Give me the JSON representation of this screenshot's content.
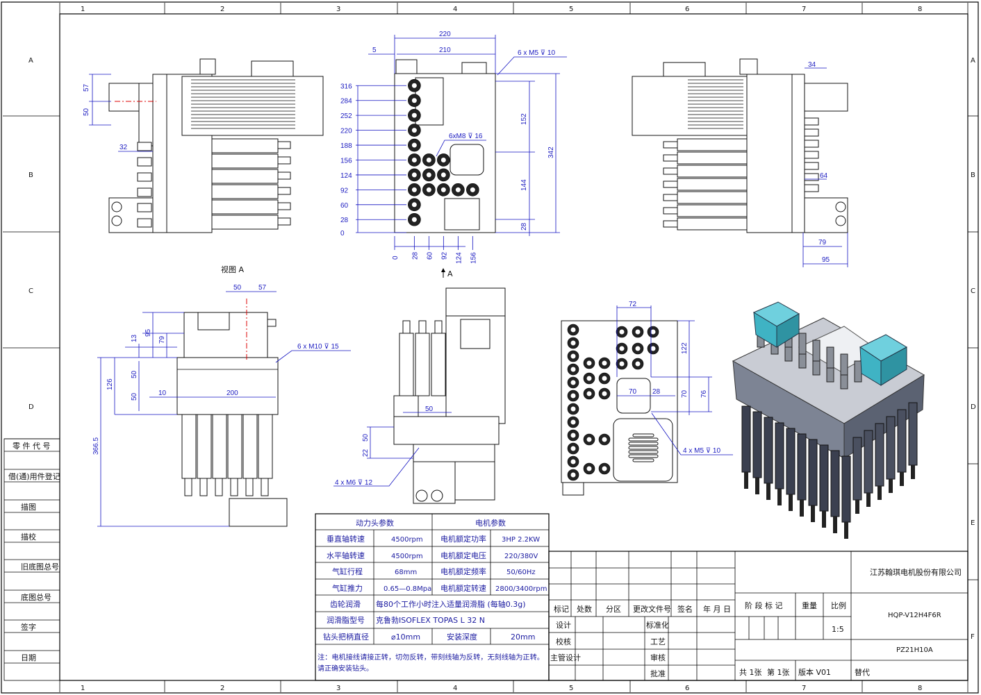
{
  "frame": {
    "columns": [
      "1",
      "2",
      "3",
      "4",
      "5",
      "6",
      "7",
      "8"
    ],
    "rows_left": [
      "A",
      "B",
      "C",
      "D"
    ],
    "rows_right": [
      "A",
      "B",
      "C",
      "D",
      "E",
      "F"
    ]
  },
  "side_panel": [
    "零 件 代 号",
    "借(通)用件登记",
    "描图",
    "描校",
    "旧底图总号",
    "底图总号",
    "签字",
    "日期"
  ],
  "views": {
    "side_left": {
      "d57": "57",
      "d50": "50",
      "d32": "32"
    },
    "front": {
      "d220": "220",
      "d210": "210",
      "d5": "5",
      "note_m5": "6 x  M5 ⊽ 10",
      "note_m8": "6xM8 ⊽ 16",
      "y_ticks": [
        "316",
        "284",
        "252",
        "220",
        "188",
        "156",
        "124",
        "92",
        "60",
        "28",
        "0"
      ],
      "x_ticks": [
        "0",
        "28",
        "60",
        "92",
        "124",
        "156"
      ],
      "d152": "152",
      "d144": "144",
      "d342": "342",
      "d28": "28",
      "view_arrow": "A"
    },
    "side_right": {
      "d34": "34",
      "d64": "64",
      "d79": "79",
      "d95": "95"
    },
    "view_a": {
      "title": "视图 A",
      "d50": "50",
      "d57": "57",
      "d95": "95",
      "d79": "79",
      "d13": "13",
      "note_m10": "6 x  M10 ⊽ 15",
      "d126": "126",
      "d50a": "50",
      "d50b": "50",
      "d10": "10",
      "d200": "200",
      "d366": "366.5"
    },
    "side_mid": {
      "d50": "50",
      "d50b": "50",
      "d22": "22",
      "note_m6": "4 x  M6 ⊽ 12"
    },
    "bottom": {
      "d72": "72",
      "d122": "122",
      "d70": "70",
      "d28": "28",
      "d70b": "70",
      "d76": "76",
      "note_m5": "4 x  M5 ⊽ 10"
    }
  },
  "params": {
    "head_title": "动力头参数",
    "motor_title": "电机参数",
    "rows": [
      [
        "垂直轴转速",
        "4500rpm",
        "电机额定功率",
        "3HP  2.2KW"
      ],
      [
        "水平轴转速",
        "4500rpm",
        "电机额定电压",
        "220/380V"
      ],
      [
        "气缸行程",
        "68mm",
        "电机额定频率",
        "50/60Hz"
      ],
      [
        "气缸推力",
        "0.65—0.8Mpa",
        "电机额定转速",
        "2800/3400rpm"
      ]
    ],
    "gear_label": "齿轮润滑",
    "gear_value": "每80个工作小时注入适量润滑脂 (每轴0.3g)",
    "grease_label": "润滑脂型号",
    "grease_value": "克鲁勃ISOFLEX TOPAS L 32 N",
    "shank_label": "钻头把柄直径",
    "shank_value": "⌀10mm",
    "depth_label": "安装深度",
    "depth_value": "20mm",
    "note_line1": "注：电机接线请接正转，切勿反转，带刻线轴为反转，无刻线轴为正转。",
    "note_line2": "请正确安装钻头。"
  },
  "title_block": {
    "rev_headers": [
      "标记",
      "处数",
      "分区",
      "更改文件号",
      "签名",
      "年 月 日"
    ],
    "design": "设计",
    "check": "校核",
    "chief": "主管设计",
    "standard": "标准化",
    "process": "工艺",
    "review": "审核",
    "approve": "批准",
    "stage": "阶 段 标 记",
    "weight": "重量",
    "scale_label": "比例",
    "scale": "1:5",
    "sheets_total": "共 1张",
    "sheet_no": "第 1张",
    "version": "版本  V01",
    "company": "江苏翰琪电机股份有限公司",
    "model": "HQP-V12H4F6R",
    "drawing_no": "PZ21H10A",
    "replace": "替代"
  },
  "colors": {
    "dimension": "#1a1ac0",
    "render_cyan": "#3fb3c4",
    "render_steel": "#5b6272"
  }
}
